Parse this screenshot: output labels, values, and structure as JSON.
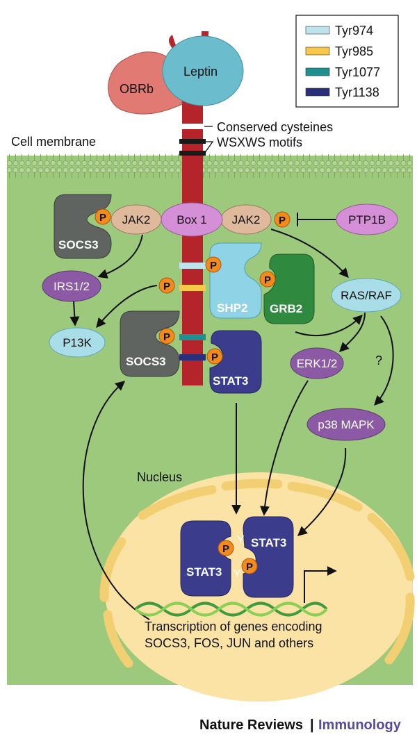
{
  "legend": {
    "items": [
      {
        "label": "Tyr974",
        "color": "#bfe3ec"
      },
      {
        "label": "Tyr985",
        "color": "#f7c84a"
      },
      {
        "label": "Tyr1077",
        "color": "#1f8f8f"
      },
      {
        "label": "Tyr1138",
        "color": "#2a2f7a"
      }
    ]
  },
  "labels": {
    "leptin": "Leptin",
    "obrb": "OBRb",
    "conserved_cysteines": "Conserved cysteines",
    "wsxws_motifs": "WSXWS motifs",
    "cell_membrane": "Cell membrane",
    "socs3_top": "SOCS3",
    "jak2_left": "JAK2",
    "box1": "Box 1",
    "jak2_right": "JAK2",
    "ptp1b": "PTP1B",
    "p": "P",
    "irs": "IRS1/2",
    "p13k": "P13K",
    "shp2": "SHP2",
    "grb2": "GRB2",
    "rasraf": "RAS/RAF",
    "socs3_mid": "SOCS3",
    "stat3": "STAT3",
    "erk": "ERK1/2",
    "question": "?",
    "p38": "p38 MAPK",
    "nucleus": "Nucleus",
    "stat3_dimer_a": "STAT3",
    "stat3_dimer_b": "STAT3",
    "y": "Y",
    "transcription_line1": "Transcription of genes encoding",
    "transcription_line2": "SOCS3, FOS, JUN and others"
  },
  "footer": {
    "journal": "Nature Reviews",
    "separator": "|",
    "section": "Immunology"
  },
  "colors": {
    "cytoplasm": "#9cc97c",
    "membrane": "#7fae62",
    "nucleus": "#fbe3a6",
    "receptor": "#b5232b",
    "leptin": "#6bbccc",
    "obrb": "#e07a72",
    "jak2": "#dfb99c",
    "box1": "#d48fd6",
    "ptp1b": "#d48fd6",
    "phospho": "#f28a1c",
    "socs3": "#5f6460",
    "shp2": "#8fd3e6",
    "grb2": "#2f8a3f",
    "stat3": "#3b3d8c",
    "irs": "#8c5aa4",
    "p13k": "#a9dde7",
    "rasraf": "#a9dde7",
    "erk": "#8c5aa4",
    "p38": "#8c5aa4"
  }
}
